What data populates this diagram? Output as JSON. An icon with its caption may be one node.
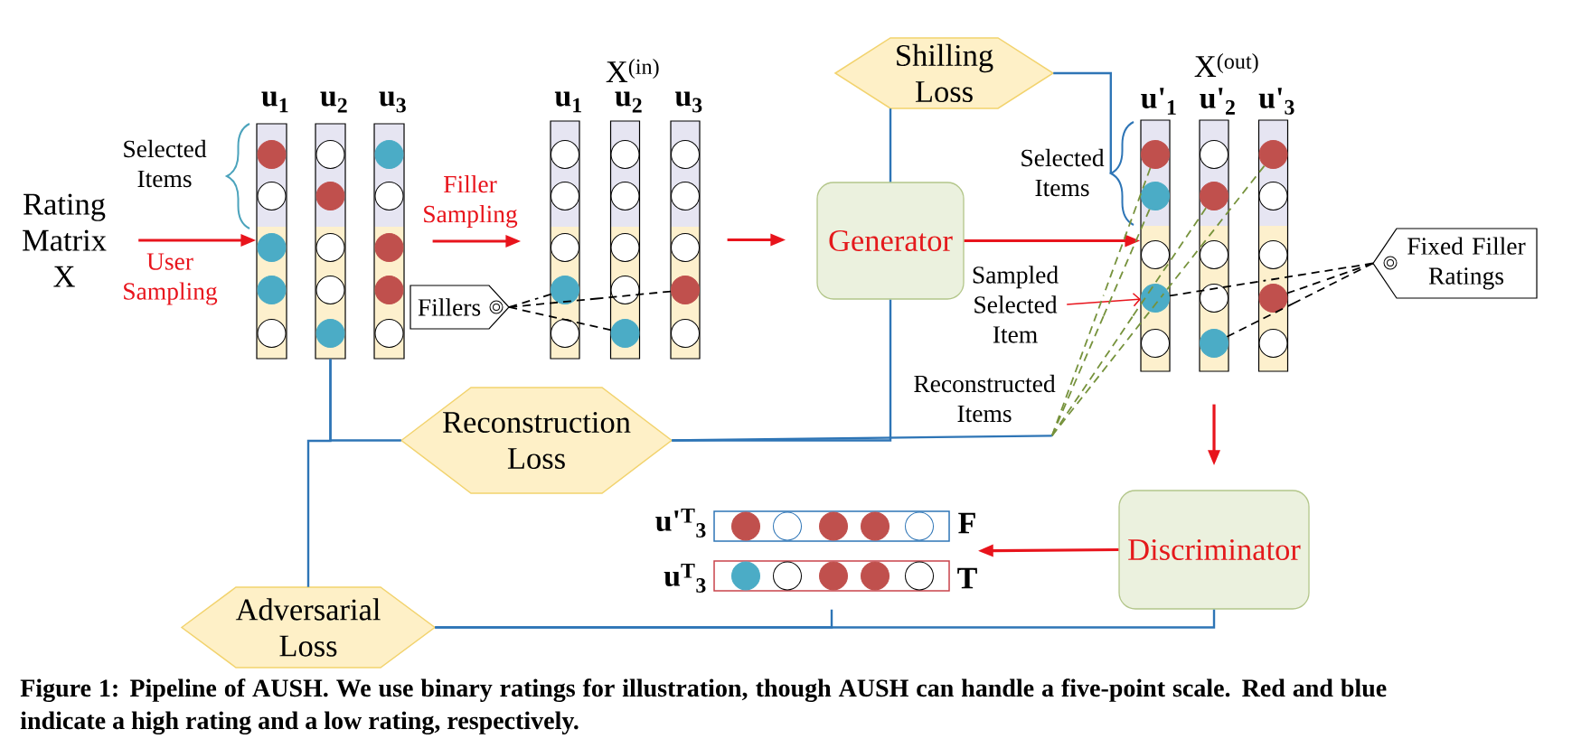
{
  "diagram": {
    "caption": "Figure 1: Pipeline of AUSH. We use binary ratings for illustration, though AUSH can handle a five-point scale. Red and blue indicate a high rating and a low rating, respectively.",
    "nodes": [
      {
        "text": [
          "Rating Matrix X"
        ]
      },
      {
        "text": [],
        "shape": "brace",
        "beside": [
          "Selected Items"
        ]
      },
      {
        "text": [
          "u$_{1}$"
        ]
      },
      {
        "text": [],
        "shape": "circle",
        "in": 2
      },
      {
        "text": [],
        "shape": "circle",
        "in": 2
      },
      {
        "text": [],
        "shape": "circle",
        "in": 2
      },
      {
        "text": [],
        "shape": "circle",
        "in": 2
      },
      {
        "text": [],
        "shape": "circle",
        "in": 2
      },
      {
        "text": [
          "u$_{2}$"
        ]
      },
      {
        "text": [],
        "shape": "circle",
        "in": 8
      },
      {
        "text": [],
        "shape": "circle",
        "in": 8
      },
      {
        "text": [],
        "shape": "circle",
        "in": 8
      },
      {
        "text": [],
        "shape": "circle",
        "in": 8
      },
      {
        "text": [],
        "shape": "circle",
        "in": 8
      },
      {
        "text": [
          "u$_{3}$"
        ]
      },
      {
        "text": [],
        "shape": "circle",
        "in": 14
      },
      {
        "text": [],
        "shape": "circle",
        "in": 14
      },
      {
        "text": [],
        "shape": "circle",
        "in": 14
      },
      {
        "text": [],
        "shape": "circle",
        "in": 14
      },
      {
        "text": [],
        "shape": "circle",
        "in": 14
      },
      {
        "text": [
          "Fillers"
        ]
      },
      {
        "text": [
          "u$_{1}$"
        ]
      },
      {
        "text": [],
        "shape": "circle",
        "in": 21
      },
      {
        "text": [],
        "shape": "circle",
        "in": 21
      },
      {
        "text": [],
        "shape": "circle",
        "in": 21
      },
      {
        "text": [],
        "shape": "circle",
        "in": 21
      },
      {
        "text": [],
        "shape": "circle",
        "in": 21
      },
      {
        "text": [
          "u$_{2}$"
        ]
      },
      {
        "text": [],
        "shape": "circle",
        "in": 27
      },
      {
        "text": [],
        "shape": "circle",
        "in": 27
      },
      {
        "text": [],
        "shape": "circle",
        "in": 27
      },
      {
        "text": [],
        "shape": "circle",
        "in": 27
      },
      {
        "text": [],
        "shape": "circle",
        "in": 27
      },
      {
        "text": [
          "u$_{3}$"
        ]
      },
      {
        "text": [],
        "shape": "circle",
        "in": 33
      },
      {
        "text": [],
        "shape": "circle",
        "in": 33
      },
      {
        "text": [],
        "shape": "circle",
        "in": 33
      },
      {
        "text": [],
        "shape": "circle",
        "in": 33
      },
      {
        "text": [],
        "shape": "circle",
        "in": 33
      },
      {
        "text": [
          "Shilling Loss"
        ]
      },
      {
        "text": [
          "Generator"
        ]
      },
      {
        "text": [],
        "shape": "brace",
        "beside": [
          "Selected Items"
        ]
      },
      {
        "text": [
          "u'$_{1}$"
        ]
      },
      {
        "text": [],
        "shape": "circle",
        "in": 42
      },
      {
        "text": [],
        "shape": "circle",
        "in": 42
      },
      {
        "text": [],
        "shape": "circle",
        "in": 42
      },
      {
        "text": [],
        "shape": "circle",
        "in": 42
      },
      {
        "text": [],
        "shape": "circle",
        "in": 42
      },
      {
        "text": [
          "u'$_{2}$"
        ]
      },
      {
        "text": [],
        "shape": "circle",
        "in": 48
      },
      {
        "text": [],
        "shape": "circle",
        "in": 48
      },
      {
        "text": [],
        "shape": "circle",
        "in": 48
      },
      {
        "text": [],
        "shape": "circle",
        "in": 48
      },
      {
        "text": [],
        "shape": "circle",
        "in": 48
      },
      {
        "text": [
          "u'$_{3}$"
        ]
      },
      {
        "text": [],
        "shape": "circle",
        "in": 54
      },
      {
        "text": [],
        "shape": "circle",
        "in": 54
      },
      {
        "text": [],
        "shape": "circle",
        "in": 54
      },
      {
        "text": [],
        "shape": "circle",
        "in": 54
      },
      {
        "text": [],
        "shape": "circle",
        "in": 54
      },
      {
        "text": [
          "Fixed Filler Ratings"
        ]
      },
      {
        "text": [
          "Sampled Selected Item"
        ]
      },
      {
        "text": [
          "Reconstructed Items"
        ]
      },
      {
        "text": [
          "Reconstruction Loss"
        ]
      },
      {
        "text": [
          "u'$^{T}$$_{3}$"
        ],
        "beside": [
          "F"
        ]
      },
      {
        "text": [],
        "shape": "circle",
        "in": 64
      },
      {
        "text": [],
        "shape": "circle",
        "in": 64
      },
      {
        "text": [],
        "shape": "circle",
        "in": 64
      },
      {
        "text": [],
        "shape": "circle",
        "in": 64
      },
      {
        "text": [],
        "shape": "circle",
        "in": 64
      },
      {
        "text": [
          "u$^{T}$$_{3}$"
        ],
        "beside": [
          "T"
        ]
      },
      {
        "text": [],
        "shape": "circle",
        "in": 70
      },
      {
        "text": [],
        "shape": "circle",
        "in": 70
      },
      {
        "text": [],
        "shape": "circle",
        "in": 70
      },
      {
        "text": [],
        "shape": "circle",
        "in": 70
      },
      {
        "text": [],
        "shape": "circle",
        "in": 70
      },
      {
        "text": [
          "Discriminator"
        ]
      },
      {
        "text": [
          "Adversarial Loss"
        ]
      }
    ],
    "edges": [
      {
        "from": 0,
        "to": 2,
        "arrow": "to",
        "label": "User Sampling",
        "color": "#e8141c"
      },
      {
        "from": 14,
        "to": 21,
        "arrow": "to",
        "label": "Filler Sampling",
        "color": "#e8141c"
      },
      {
        "from": 20,
        "to": 25,
        "arrow": "none",
        "style": "dashed",
        "color": "#000000"
      },
      {
        "from": 20,
        "to": 32,
        "arrow": "none",
        "style": "dashed",
        "color": "#000000"
      },
      {
        "from": 20,
        "to": 37,
        "arrow": "none",
        "style": "dashed",
        "color": "#000000"
      },
      {
        "from": 33,
        "to": 40,
        "arrow": "to",
        "color": "#e8141c"
      },
      {
        "from": 39,
        "to": 40,
        "arrow": "none",
        "color": "#2e75b6"
      },
      {
        "from": 39,
        "to": 41,
        "arrow": "none",
        "color": "#2e75b6"
      },
      {
        "from": 40,
        "to": 42,
        "arrow": "to",
        "color": "#e8141c"
      },
      {
        "from": 60,
        "to": 46,
        "arrow": "none",
        "style": "dashed",
        "color": "#000000"
      },
      {
        "from": 60,
        "to": 53,
        "arrow": "none",
        "style": "dashed",
        "color": "#000000"
      },
      {
        "from": 60,
        "to": 58,
        "arrow": "none",
        "style": "dashed",
        "color": "#000000"
      },
      {
        "from": 61,
        "to": 46,
        "arrow": "to",
        "color": "#e8141c"
      },
      {
        "from": 62,
        "to": 43,
        "arrow": "none",
        "style": "dashed",
        "color": "#76923c"
      },
      {
        "from": 62,
        "to": 44,
        "arrow": "none",
        "style": "dashed",
        "color": "#76923c"
      },
      {
        "from": 62,
        "to": 50,
        "arrow": "none",
        "style": "dashed",
        "color": "#76923c"
      },
      {
        "from": 62,
        "to": 55,
        "arrow": "none",
        "style": "dashed",
        "color": "#76923c"
      },
      {
        "from": 8,
        "to": 63,
        "arrow": "none",
        "color": "#2e75b6"
      },
      {
        "from": 8,
        "to": 77,
        "arrow": "none",
        "color": "#2e75b6"
      },
      {
        "from": 40,
        "to": 63,
        "arrow": "none",
        "color": "#2e75b6"
      },
      {
        "from": 63,
        "to": 62,
        "arrow": "none",
        "color": "#2e75b6"
      },
      {
        "from": 48,
        "to": 76,
        "arrow": "to",
        "color": "#e8141c"
      },
      {
        "from": 76,
        "to": 64,
        "arrow": "to",
        "color": "#e8141c"
      },
      {
        "from": 76,
        "to": 70,
        "arrow": "to",
        "color": "#e8141c"
      },
      {
        "from": 76,
        "to": 77,
        "arrow": "none",
        "color": "#2e75b6"
      },
      {
        "from": 70,
        "to": 77,
        "arrow": "none",
        "color": "#2e75b6"
      }
    ],
    "labels": [
      "X$^{(in)}$",
      "X$^{(out)}$"
    ]
  }
}
